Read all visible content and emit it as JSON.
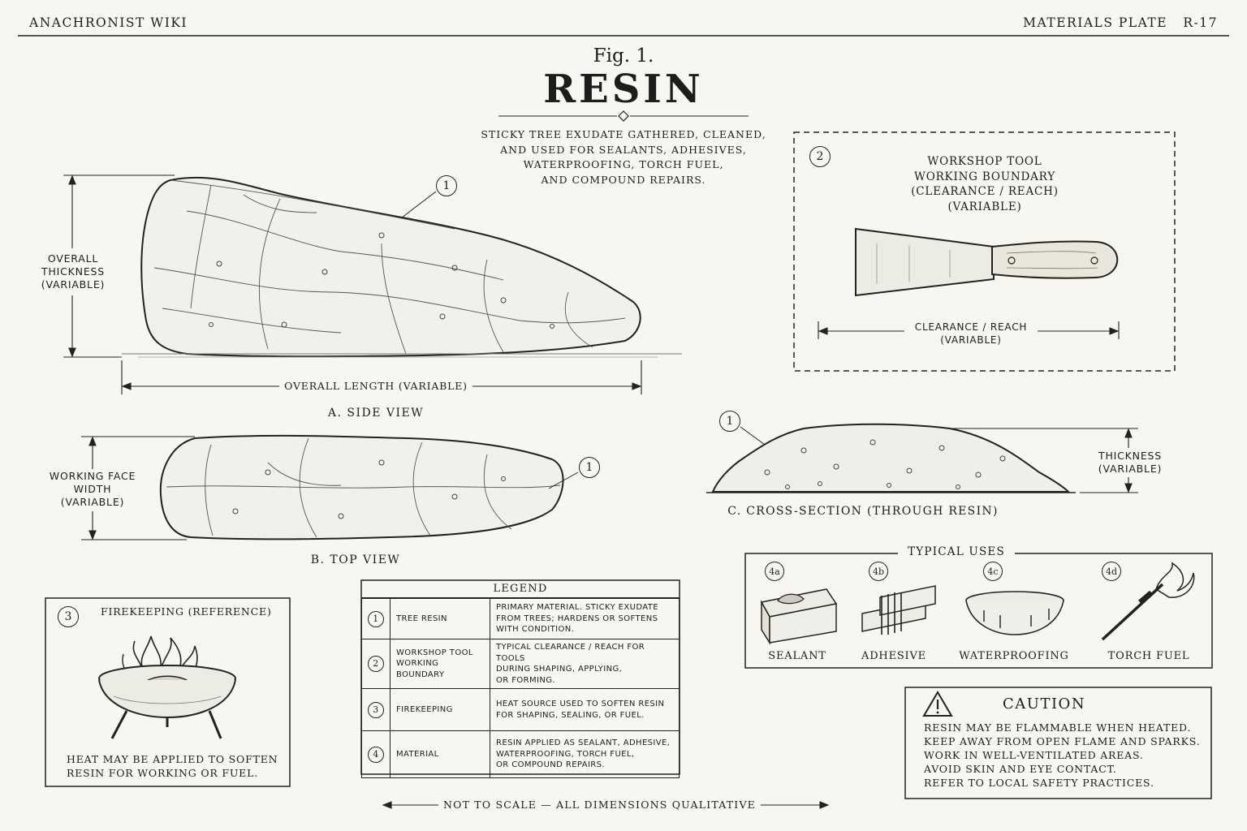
{
  "header": {
    "left": "ANACHRONIST WIKI",
    "right": "MATERIALS PLATE   R-17"
  },
  "title": {
    "fig": "Fig. 1.",
    "main": "RESIN"
  },
  "intro": [
    "STICKY TREE EXUDATE GATHERED, CLEANED,",
    "AND USED FOR SEALANTS, ADHESIVES,",
    "WATERPROOFING, TORCH FUEL,",
    "AND COMPOUND REPAIRS."
  ],
  "side_view": {
    "caption": "A. SIDE VIEW",
    "thickness": [
      "OVERALL",
      "THICKNESS",
      "(VARIABLE)"
    ],
    "length": "OVERALL LENGTH (VARIABLE)",
    "callout": "1"
  },
  "top_view": {
    "caption": "B. TOP VIEW",
    "width": [
      "WORKING FACE",
      "WIDTH",
      "(VARIABLE)"
    ],
    "callout": "1"
  },
  "cross_section": {
    "caption": "C. CROSS-SECTION (THROUGH RESIN)",
    "thickness": [
      "THICKNESS",
      "(VARIABLE)"
    ],
    "callout": "1"
  },
  "workshop": {
    "num": "2",
    "title": [
      "WORKSHOP TOOL",
      "WORKING BOUNDARY",
      "(CLEARANCE / REACH)",
      "(VARIABLE)"
    ],
    "dim": [
      "CLEARANCE / REACH",
      "(VARIABLE)"
    ]
  },
  "fire": {
    "num": "3",
    "title": "FIREKEEPING (REFERENCE)",
    "note": [
      "HEAT MAY BE APPLIED TO SOFTEN",
      "RESIN FOR WORKING OR FUEL."
    ]
  },
  "legend": {
    "title": "LEGEND",
    "rows": [
      {
        "n": "1",
        "name": [
          "TREE RESIN"
        ],
        "desc": [
          "PRIMARY MATERIAL. STICKY EXUDATE",
          "FROM TREES; HARDENS OR SOFTENS",
          "WITH CONDITION."
        ]
      },
      {
        "n": "2",
        "name": [
          "WORKSHOP TOOL",
          "WORKING BOUNDARY"
        ],
        "desc": [
          "TYPICAL CLEARANCE / REACH FOR TOOLS",
          "DURING SHAPING, APPLYING,",
          "OR FORMING."
        ]
      },
      {
        "n": "3",
        "name": [
          "FIREKEEPING"
        ],
        "desc": [
          "HEAT SOURCE USED TO SOFTEN RESIN",
          "FOR SHAPING, SEALING, OR FUEL."
        ]
      },
      {
        "n": "4",
        "name": [
          "MATERIAL"
        ],
        "desc": [
          "RESIN APPLIED AS SEALANT, ADHESIVE,",
          "WATERPROOFING, TORCH FUEL,",
          "OR COMPOUND REPAIRS."
        ]
      }
    ]
  },
  "uses": {
    "title": "TYPICAL USES",
    "items": [
      {
        "tag": "4a",
        "label": "SEALANT"
      },
      {
        "tag": "4b",
        "label": "ADHESIVE"
      },
      {
        "tag": "4c",
        "label": "WATERPROOFING"
      },
      {
        "tag": "4d",
        "label": "TORCH FUEL"
      }
    ]
  },
  "caution": {
    "title": "CAUTION",
    "lines": [
      "RESIN MAY BE FLAMMABLE WHEN HEATED.",
      "KEEP AWAY FROM OPEN FLAME AND SPARKS.",
      "WORK IN WELL-VENTILATED AREAS.",
      "AVOID SKIN AND EYE CONTACT.",
      "REFER TO LOCAL SAFETY PRACTICES."
    ]
  },
  "footer": "NOT TO SCALE — ALL DIMENSIONS QUALITATIVE"
}
